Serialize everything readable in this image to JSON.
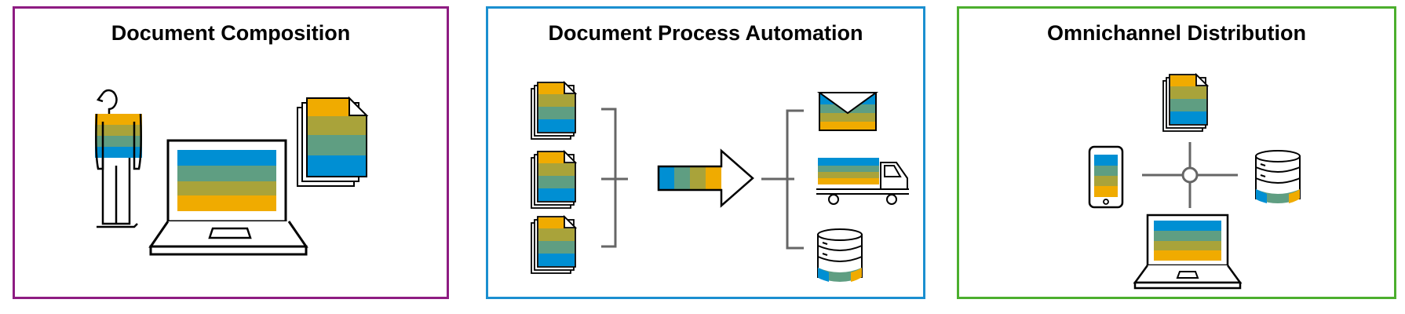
{
  "colors": {
    "yellow": "#f0ab00",
    "olive": "#a9a33a",
    "green": "#5f9e82",
    "blue": "#008fd3",
    "line": "#000000",
    "connector": "#666666"
  },
  "panels": [
    {
      "title": "Document Composition",
      "border_color": "#8e1c82"
    },
    {
      "title": "Document Process Automation",
      "border_color": "#1b8fd0"
    },
    {
      "title": "Omnichannel Distribution",
      "border_color": "#4caf2e"
    }
  ],
  "icons": {
    "composition": [
      "person-icon",
      "laptop-icon",
      "document-stack-icon"
    ],
    "automation": [
      "document-stack-icon",
      "bracket-icon",
      "arrow-icon",
      "envelope-icon",
      "truck-icon",
      "database-icon"
    ],
    "distribution": [
      "document-stack-icon",
      "smartphone-icon",
      "hub-icon",
      "database-icon",
      "laptop-icon"
    ]
  }
}
